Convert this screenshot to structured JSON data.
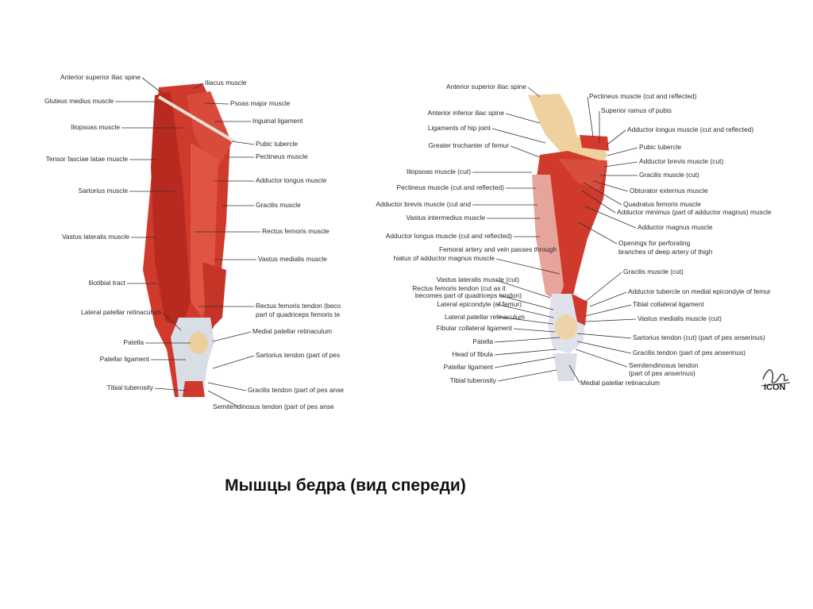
{
  "caption": "Мышцы бедра (вид спереди)",
  "colors": {
    "muscle": "#d23a2e",
    "muscle_dark": "#a8231c",
    "tendon": "#d9dde6",
    "bone": "#f1d7a8"
  },
  "left_figure": {
    "left_labels": [
      "Anterior superior iliac spine",
      "Gluteus medius muscle",
      "Iliopsoas muscle",
      "Tensor fasciae latae muscle",
      "Sartorius muscle",
      "Vastus lateralis muscle",
      "Iliotibial tract",
      "Lateral patellar retinaculum",
      "Patella",
      "Patellar ligament",
      "Tibial tuberosity"
    ],
    "right_labels": [
      "Iliacus muscle",
      "Psoas major muscle",
      "Inguinal ligament",
      "Pubic tubercle",
      "Pectineus muscle",
      "Adductor longus muscle",
      "Gracilis muscle",
      "Rectus femoris muscle",
      "Vastus medialis muscle",
      "Rectus femoris tendon (beco",
      "part of quadriceps femoris te",
      "Medial patellar retinaculum",
      "Sartorius tendon (part of pes",
      "Gracilis tendon (part of pes anse",
      "Semitendinosus tendon (part of pes anse"
    ]
  },
  "right_figure": {
    "left_labels": [
      "Anterior superior iliac spine",
      "Anterior inferior iliac spine",
      "Ligaments of hip joint",
      "Greater trochanter of femur",
      "Iliopsoas muscle (cut)",
      "Pectineus muscle (cut and reflected)",
      "Adductor brevis muscle (cut and",
      "Vastus intermedius muscle",
      "Adductor longus muscle (cut and reflected)",
      "Femoral artery and vein passes through",
      "hiatus of adductor magnus muscle",
      "Vastus lateralis muscle (cut)",
      "Rectus femoris tendon (cut as it",
      "becomes part of quadriceps tendon)",
      "Lateral epicondyle (of femur)",
      "Lateral patellar retinaculum",
      "Fibular collateral ligament",
      "Patella",
      "Head of fibula",
      "Patellar ligament",
      "Tibial tuberosity"
    ],
    "right_labels": [
      "Pectineus muscle (cut and reflected)",
      "Superior ramus of pubis",
      "Adductor longus muscle (cut and reflected)",
      "Pubic tubercle",
      "Adductor brevis muscle (cut)",
      "Gracilis muscle (cut)",
      "Obturator externus muscle",
      "Quadratus femoris muscle",
      "Adductor minimus (part of adductor magnus) muscle",
      "Adductor magnus muscle",
      "Openings for perforating",
      "branches of deep artery of thigh",
      "Gracilis muscle (cut)",
      "Adductor tubercle on medial epicondyle of femur",
      "Tibial collateral ligament",
      "Vastus medialis muscle (cut)",
      "Sartorius tendon (cut) (part of pes anserinus)",
      "Gracilis tendon (part of pes anserinus)",
      "Semitendinosus tendon",
      "(part of pes anserinus)",
      "Medial patellar retinaculum"
    ]
  },
  "logo_text": "ICON"
}
